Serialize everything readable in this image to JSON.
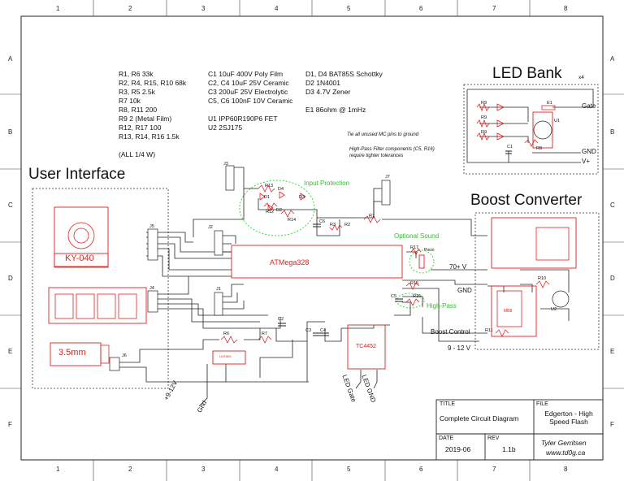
{
  "grid": {
    "cols": [
      "1",
      "2",
      "3",
      "4",
      "5",
      "6",
      "7",
      "8"
    ],
    "rows": [
      "A",
      "B",
      "C",
      "D",
      "E",
      "F"
    ]
  },
  "bom": {
    "resistors": "R1, R6 33k\nR2, R4, R15, R10 68k\nR3, R5 2.5k\nR7 10k\nR8, R11 200\nR9 2 (Metal Film)\nR12, R17 100\nR13, R14, R16 1.5k\n\n(ALL 1/4 W)",
    "capacitors": "C1 10uF 400V Poly Film\nC2, C4 10uF 25V Ceramic\nC3 200uF 25V Electrolytic\nC5, C6 100nF 10V Ceramic\n\nU1 IPP60R190P6 FET\nU2 2SJ175",
    "diodes": "D1, D4 BAT85S Schottky\nD2 1N4001\nD3 4.7V Zener\n\nE1 86ohm @ 1mHz",
    "note1": "Tie all unused MC pins to ground",
    "note2": "High-Pass Filter components (C5, R16)\nrequire tighter tolerances"
  },
  "sections": {
    "led_bank": "LED Bank",
    "led_bank_mult": "x4",
    "user_interface": "User Interface",
    "boost_converter": "Boost Converter"
  },
  "annotations": {
    "input_protection": "Input Protection",
    "optional_sound": "Optional Sound",
    "high_pass": "High-Pass"
  },
  "components": {
    "mcu": "ATMega328",
    "driver": "TC4452",
    "encoder": "KY-040",
    "jack": "3.5mm",
    "regulator": "LM7805",
    "piezo": "Piezo",
    "boost_chip": "MB8"
  },
  "refs": {
    "j1": "J1",
    "j2": "J2",
    "j3": "J3",
    "j4": "J4",
    "j5": "J5",
    "j6": "J6",
    "j7": "J7",
    "r1": "R1",
    "r2": "R2",
    "r3": "R3",
    "r6": "R6",
    "r7": "R7",
    "r8": "R8",
    "r9": "R9",
    "r10": "R10",
    "r11": "R11",
    "r12": "R12",
    "r13": "R13",
    "r14": "R14",
    "r15": "R15",
    "r16": "R16",
    "r17": "R17",
    "c1": "C1",
    "c2": "C2",
    "c3": "C3",
    "c4": "C4",
    "c5": "C5",
    "c6": "C6",
    "d1": "D1",
    "d2": "D2",
    "d3": "D3",
    "d4": "D4",
    "e1": "E1",
    "u1": "U1",
    "u2": "U2"
  },
  "nets": {
    "gate": "Gate",
    "gnd": "GND",
    "vplus": "V+",
    "v70": "70+ V",
    "gnd2": "GND",
    "boost_control": "Boost Control",
    "v9_12": "9 - 12 V",
    "supply_in": "+9-12V",
    "gnd_in": "Gnd",
    "led_gate": "LED Gate",
    "led_gnd": "LED GND"
  },
  "title_block": {
    "title_label": "TITLE",
    "title": "Complete Circuit Diagram",
    "file_label": "FILE",
    "file": "Edgerton - High Speed Flash",
    "date_label": "DATE",
    "date": "2019-06",
    "rev_label": "REV",
    "rev": "1.1b",
    "author": "Tyler Gerritsen",
    "website": "www.td0g.ca"
  }
}
